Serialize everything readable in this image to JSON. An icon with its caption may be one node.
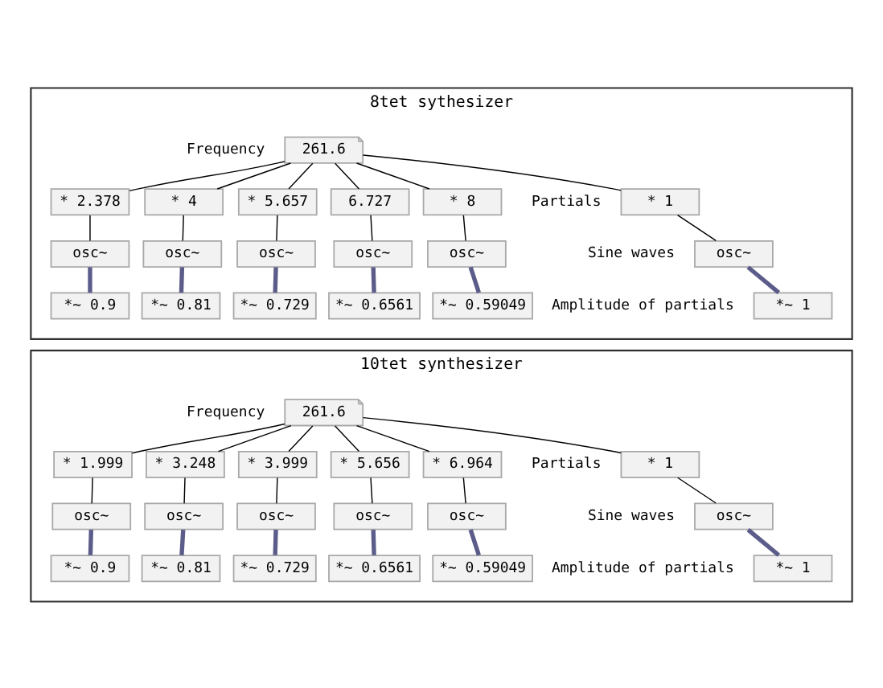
{
  "diagram": {
    "nodes": [
      {
        "text": [
          "8tet sythesizer"
        ]
      },
      {
        "text": [
          "261.6"
        ],
        "in": 0,
        "beside": [
          "Frequency"
        ]
      },
      {
        "text": [
          "* 1"
        ],
        "in": 0
      },
      {
        "text": [
          "* 2.378"
        ],
        "in": 0
      },
      {
        "text": [
          "* 4"
        ],
        "in": 0
      },
      {
        "text": [
          "* 5.657"
        ],
        "in": 0
      },
      {
        "text": [
          "6.727"
        ],
        "in": 0
      },
      {
        "text": [
          "* 8"
        ],
        "in": 0
      },
      {
        "text": [
          "osc~"
        ],
        "in": 0
      },
      {
        "text": [
          "osc~"
        ],
        "in": 0
      },
      {
        "text": [
          "osc~"
        ],
        "in": 0
      },
      {
        "text": [
          "osc~"
        ],
        "in": 0
      },
      {
        "text": [
          "osc~"
        ],
        "in": 0
      },
      {
        "text": [
          "osc~"
        ],
        "in": 0
      },
      {
        "text": [
          "*~ 1"
        ],
        "in": 0
      },
      {
        "text": [
          "*~ 0.9"
        ],
        "in": 0
      },
      {
        "text": [
          "*~ 0.81"
        ],
        "in": 0
      },
      {
        "text": [
          "*~ 0.729"
        ],
        "in": 0
      },
      {
        "text": [
          "*~ 0.6561"
        ],
        "in": 0
      },
      {
        "text": [
          "*~ 0.59049"
        ],
        "in": 0
      },
      {
        "text": [
          "10tet synthesizer"
        ]
      },
      {
        "text": [
          "261.6"
        ],
        "in": 20,
        "beside": [
          "Frequency"
        ]
      },
      {
        "text": [
          "* 1"
        ],
        "in": 20
      },
      {
        "text": [
          "* 1.999"
        ],
        "in": 20
      },
      {
        "text": [
          "* 3.248"
        ],
        "in": 20
      },
      {
        "text": [
          "* 3.999"
        ],
        "in": 20
      },
      {
        "text": [
          "* 5.656"
        ],
        "in": 20
      },
      {
        "text": [
          "* 6.964"
        ],
        "in": 20
      },
      {
        "text": [
          "osc~"
        ],
        "in": 20
      },
      {
        "text": [
          "osc~"
        ],
        "in": 20
      },
      {
        "text": [
          "osc~"
        ],
        "in": 20
      },
      {
        "text": [
          "osc~"
        ],
        "in": 20
      },
      {
        "text": [
          "osc~"
        ],
        "in": 20
      },
      {
        "text": [
          "osc~"
        ],
        "in": 20
      },
      {
        "text": [
          "*~ 1"
        ],
        "in": 20
      },
      {
        "text": [
          "*~ 0.9"
        ],
        "in": 20
      },
      {
        "text": [
          "*~ 0.81"
        ],
        "in": 20
      },
      {
        "text": [
          "*~ 0.729"
        ],
        "in": 20
      },
      {
        "text": [
          "*~ 0.6561"
        ],
        "in": 20
      },
      {
        "text": [
          "*~ 0.59049"
        ],
        "in": 20
      }
    ],
    "edges": [
      {
        "from": 1,
        "to": 2,
        "arrow": "none"
      },
      {
        "from": 1,
        "to": 3,
        "arrow": "none"
      },
      {
        "from": 1,
        "to": 4,
        "arrow": "none"
      },
      {
        "from": 1,
        "to": 5,
        "arrow": "none"
      },
      {
        "from": 1,
        "to": 6,
        "arrow": "none"
      },
      {
        "from": 1,
        "to": 7,
        "arrow": "none"
      },
      {
        "from": 2,
        "to": 8,
        "arrow": "none"
      },
      {
        "from": 3,
        "to": 9,
        "arrow": "none"
      },
      {
        "from": 4,
        "to": 10,
        "arrow": "none"
      },
      {
        "from": 5,
        "to": 11,
        "arrow": "none"
      },
      {
        "from": 6,
        "to": 12,
        "arrow": "none"
      },
      {
        "from": 7,
        "to": 13,
        "arrow": "none"
      },
      {
        "from": 8,
        "to": 14,
        "arrow": "none",
        "style": "thick",
        "color": "#5c5c8a"
      },
      {
        "from": 9,
        "to": 15,
        "arrow": "none",
        "style": "thick",
        "color": "#5c5c8a"
      },
      {
        "from": 10,
        "to": 16,
        "arrow": "none",
        "style": "thick",
        "color": "#5c5c8a"
      },
      {
        "from": 11,
        "to": 17,
        "arrow": "none",
        "style": "thick",
        "color": "#5c5c8a"
      },
      {
        "from": 12,
        "to": 18,
        "arrow": "none",
        "style": "thick",
        "color": "#5c5c8a"
      },
      {
        "from": 13,
        "to": 19,
        "arrow": "none",
        "style": "thick",
        "color": "#5c5c8a"
      },
      {
        "from": 21,
        "to": 22,
        "arrow": "none"
      },
      {
        "from": 21,
        "to": 23,
        "arrow": "none"
      },
      {
        "from": 21,
        "to": 24,
        "arrow": "none"
      },
      {
        "from": 21,
        "to": 25,
        "arrow": "none"
      },
      {
        "from": 21,
        "to": 26,
        "arrow": "none"
      },
      {
        "from": 21,
        "to": 27,
        "arrow": "none"
      },
      {
        "from": 22,
        "to": 28,
        "arrow": "none"
      },
      {
        "from": 23,
        "to": 29,
        "arrow": "none"
      },
      {
        "from": 24,
        "to": 30,
        "arrow": "none"
      },
      {
        "from": 25,
        "to": 31,
        "arrow": "none"
      },
      {
        "from": 26,
        "to": 32,
        "arrow": "none"
      },
      {
        "from": 27,
        "to": 33,
        "arrow": "none"
      },
      {
        "from": 28,
        "to": 34,
        "arrow": "none",
        "style": "thick",
        "color": "#5c5c8a"
      },
      {
        "from": 29,
        "to": 35,
        "arrow": "none",
        "style": "thick",
        "color": "#5c5c8a"
      },
      {
        "from": 30,
        "to": 36,
        "arrow": "none",
        "style": "thick",
        "color": "#5c5c8a"
      },
      {
        "from": 31,
        "to": 37,
        "arrow": "none",
        "style": "thick",
        "color": "#5c5c8a"
      },
      {
        "from": 32,
        "to": 38,
        "arrow": "none",
        "style": "thick",
        "color": "#5c5c8a"
      },
      {
        "from": 33,
        "to": 39,
        "arrow": "none",
        "style": "thick",
        "color": "#5c5c8a"
      }
    ],
    "labels": [
      "Partials",
      "Sine waves",
      "Amplitude of partials",
      "Partials",
      "Sine waves",
      "Amplitude of partials"
    ]
  }
}
